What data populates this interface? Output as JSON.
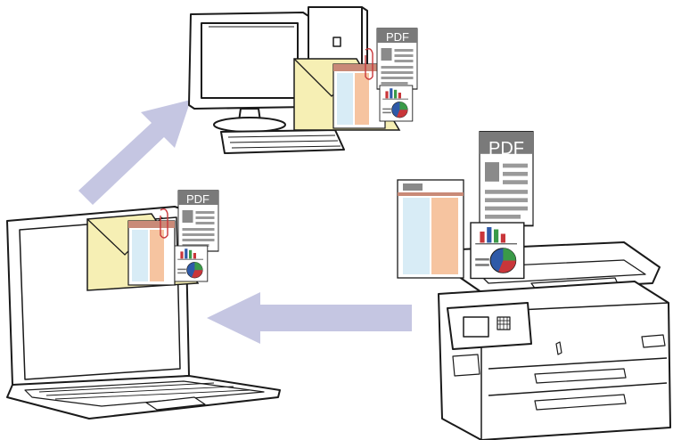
{
  "diagram": {
    "labels": {
      "pdf_desktop": "PDF",
      "pdf_printer": "PDF",
      "pdf_laptop": "PDF"
    },
    "colors": {
      "outline": "#1a1a1a",
      "arrow": "#c5c6e2",
      "envelope": "#f6efb4",
      "pdf_band": "#7a7a7a",
      "page_blue": "#d8ecf6",
      "page_orange": "#f6c4a0",
      "bar_red": "#c9363a",
      "bar_blue": "#2e5aa8",
      "bar_green": "#3a9a48",
      "header_red": "#c98a78"
    }
  }
}
